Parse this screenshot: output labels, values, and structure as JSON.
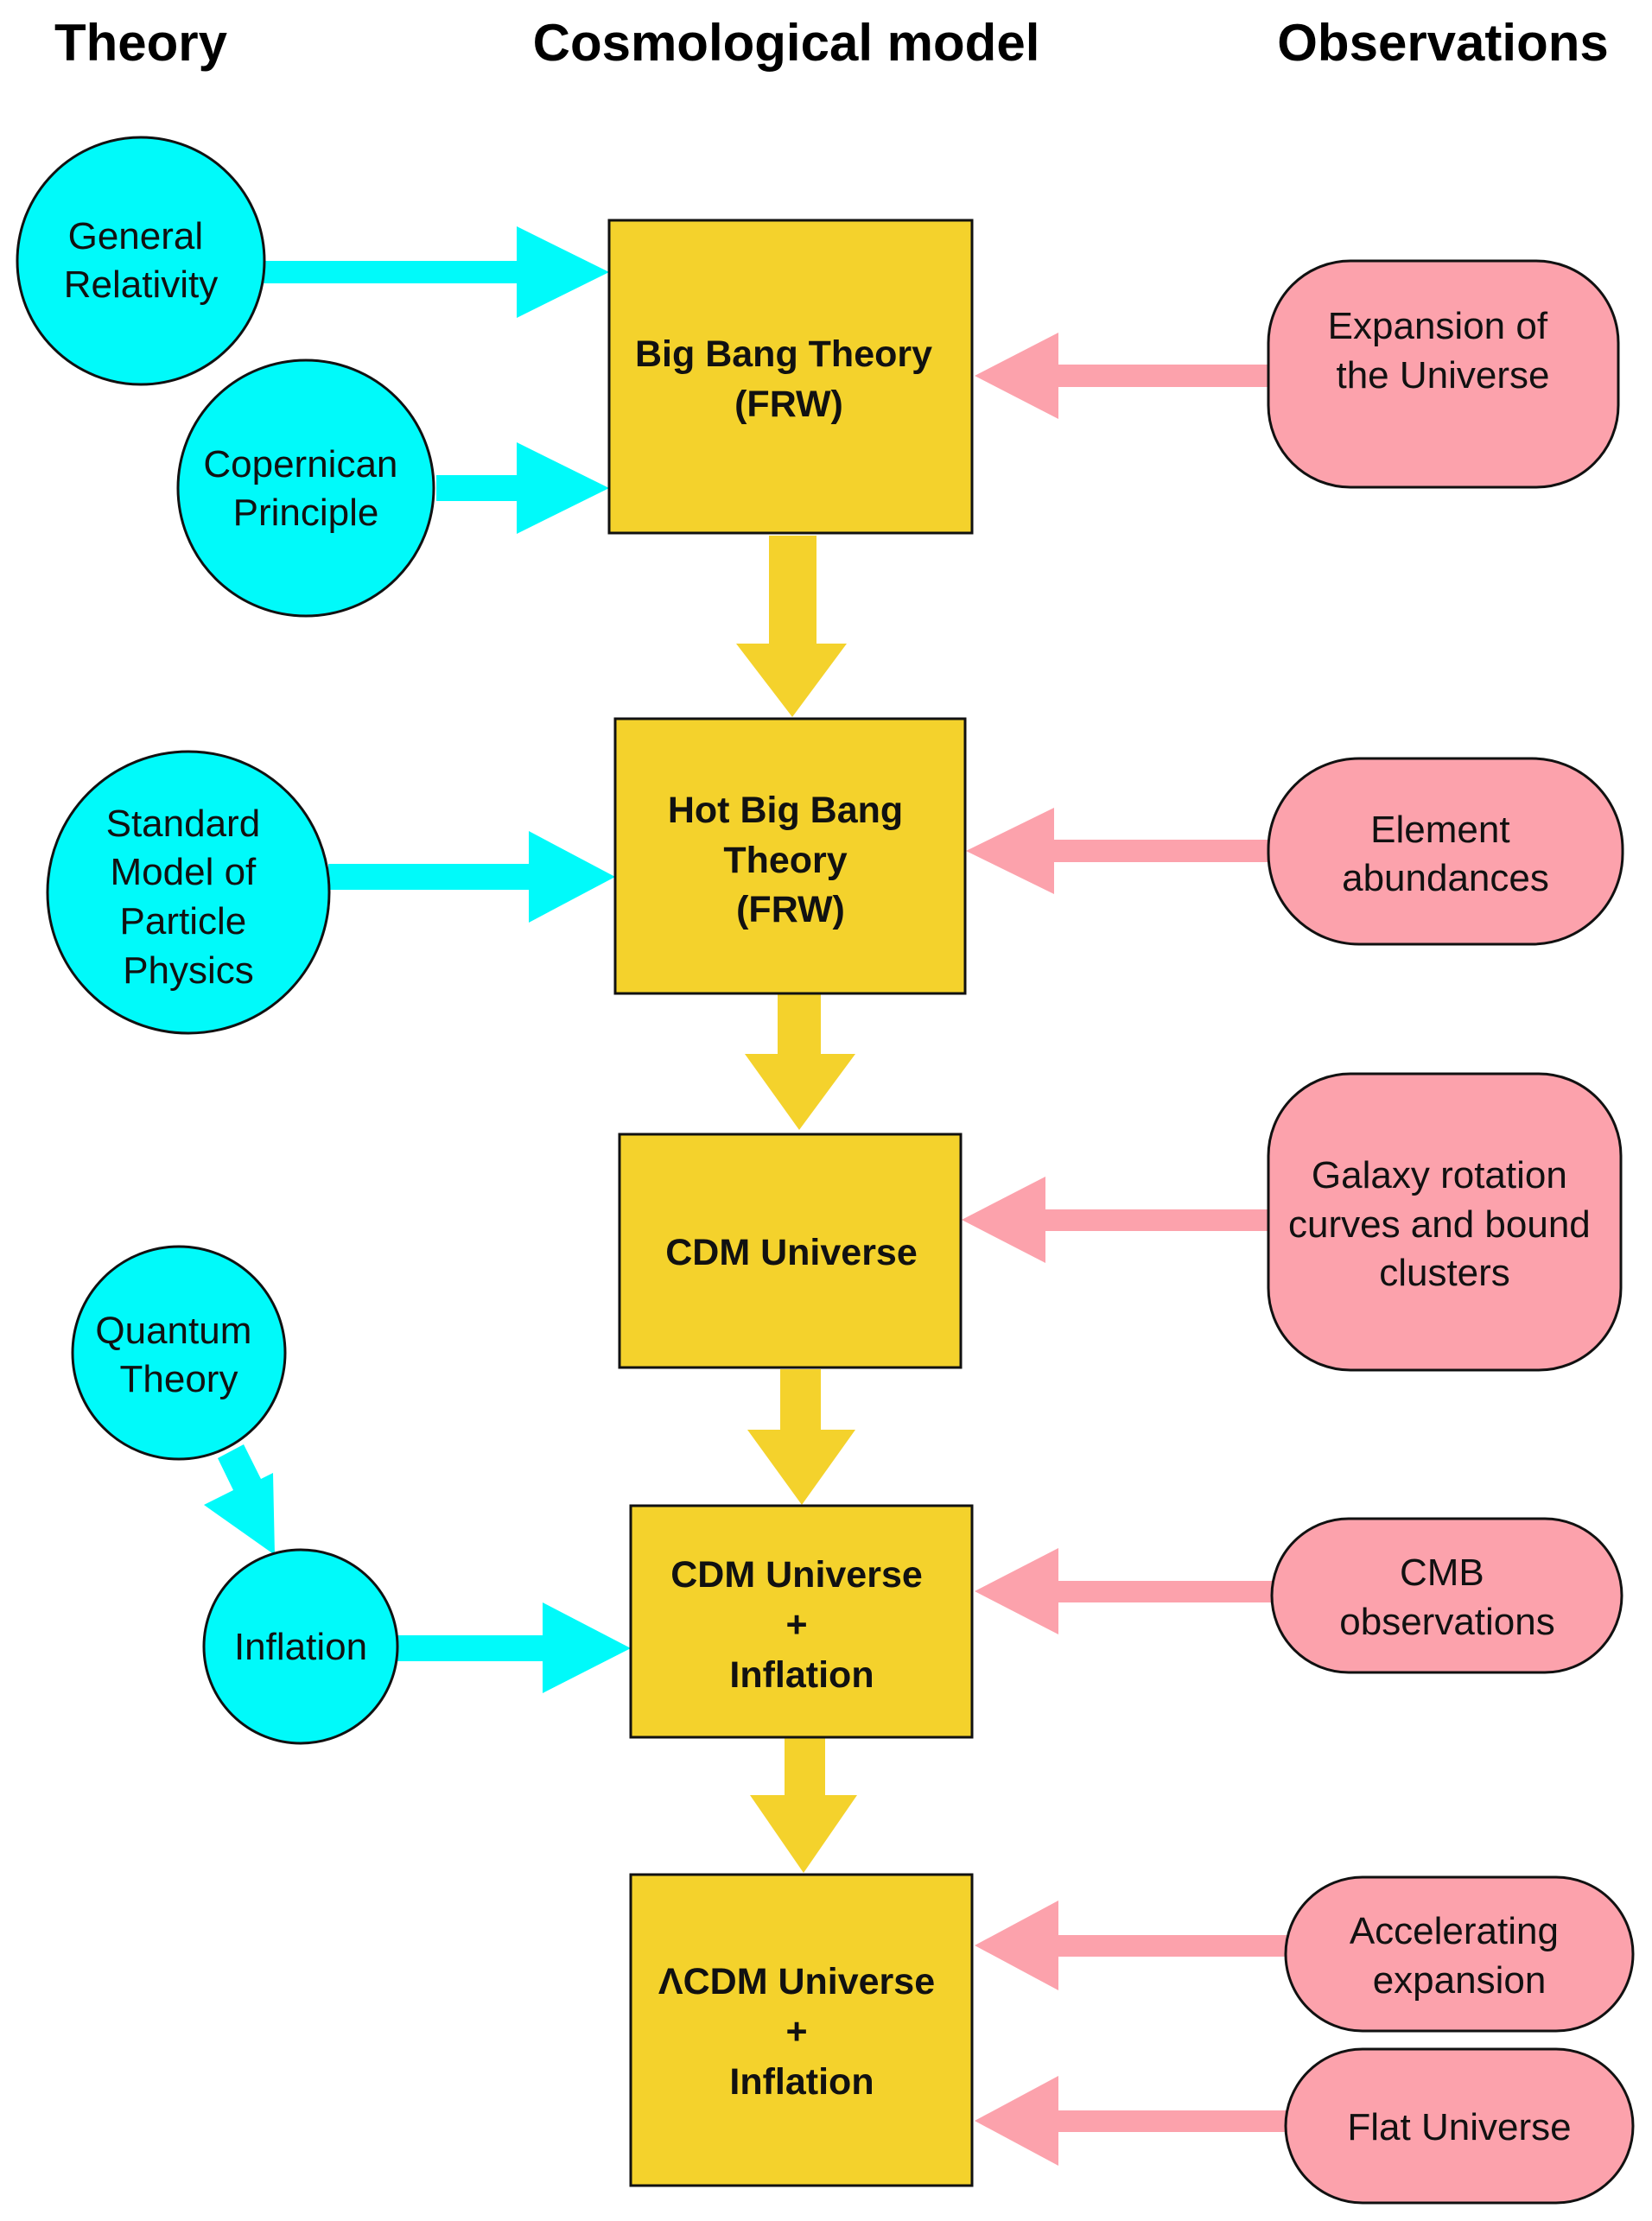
{
  "headers": {
    "theory": "Theory",
    "model": "Cosmological model",
    "observations": "Observations"
  },
  "colors": {
    "theory": "#00fafa",
    "model": "#f4d22c",
    "observation": "#fca2ac",
    "outline": "#111111"
  },
  "theory": {
    "general_relativity": [
      "General",
      "Relativity"
    ],
    "copernican": [
      "Copernican",
      "Principle"
    ],
    "standard_model": [
      "Standard",
      "Model of",
      "Particle",
      "Physics"
    ],
    "quantum": [
      "Quantum",
      "Theory"
    ],
    "inflation": [
      "Inflation"
    ]
  },
  "models": {
    "big_bang": [
      "Big Bang Theory",
      "(FRW)"
    ],
    "hot_big_bang": [
      "Hot Big Bang",
      "Theory",
      "(FRW)"
    ],
    "cdm": [
      "CDM Universe"
    ],
    "cdm_inflation": [
      "CDM Universe",
      "+",
      "Inflation"
    ],
    "lcdm_inflation": [
      "ΛCDM Universe",
      "+",
      "Inflation"
    ]
  },
  "observations": {
    "expansion": [
      "Expansion of",
      "the Universe"
    ],
    "elements": [
      "Element",
      "abundances"
    ],
    "galaxy": [
      "Galaxy rotation",
      "curves and bound",
      "clusters"
    ],
    "cmb": [
      "CMB",
      "observations"
    ],
    "accelerating": [
      "Accelerating",
      "expansion"
    ],
    "flat": [
      "Flat Universe"
    ]
  }
}
